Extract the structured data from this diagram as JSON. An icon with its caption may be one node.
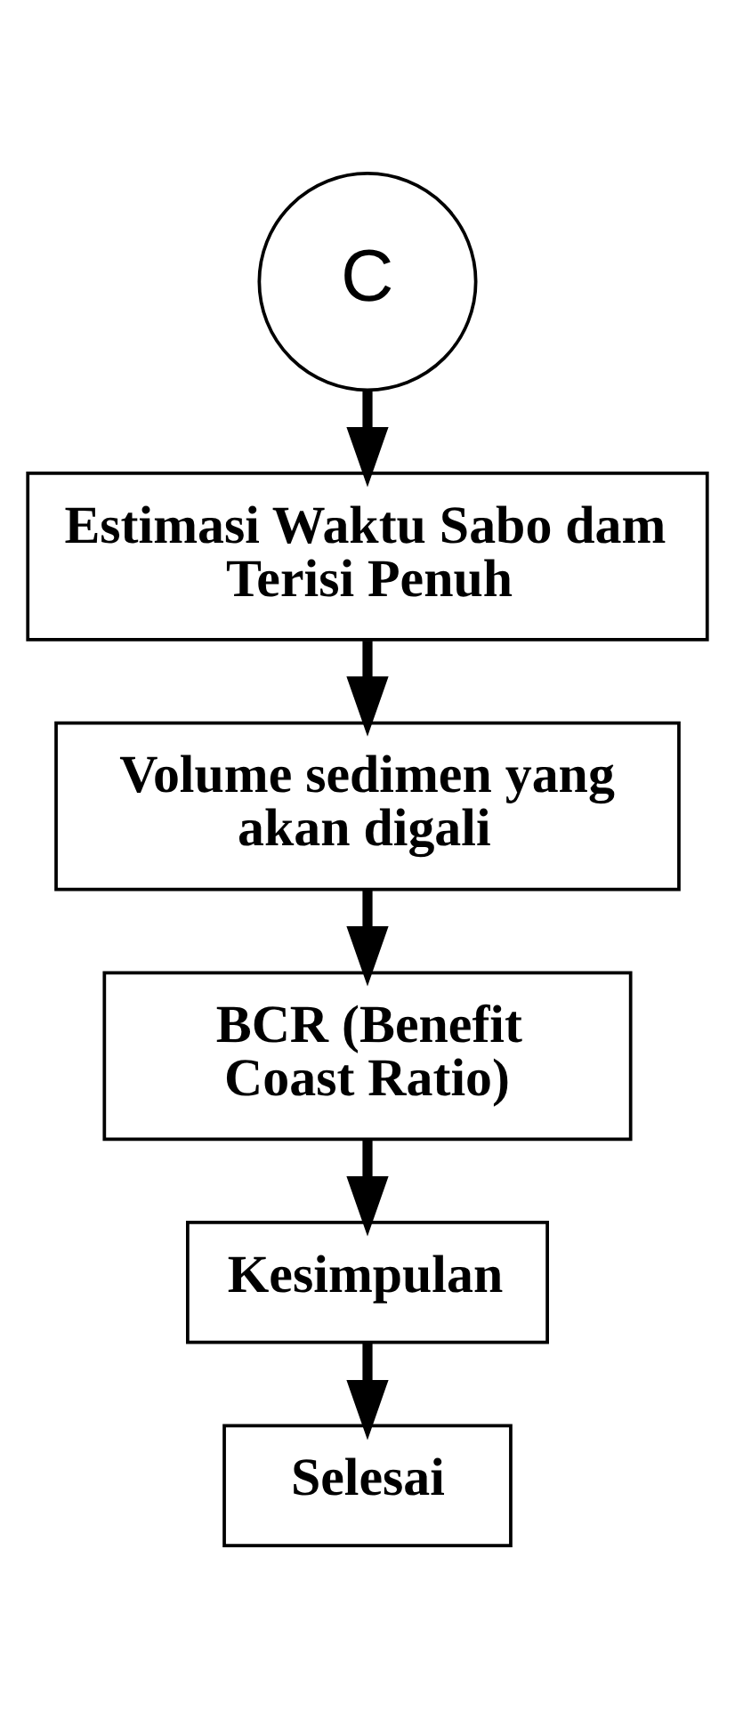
{
  "diagram": {
    "nodes": [
      {
        "text": [
          "C"
        ]
      },
      {
        "text": [
          "Estimasi Waktu Sabo dam Terisi Penuh"
        ]
      },
      {
        "text": [
          "Volume sedimen yang akan digali"
        ]
      },
      {
        "text": [
          "BCR (Benefit Coast Ratio)"
        ]
      },
      {
        "text": [
          "Kesimpulan"
        ]
      },
      {
        "text": [
          "Selesai"
        ]
      }
    ],
    "edges": [
      {
        "from": 0,
        "to": 1,
        "arrow": "to"
      },
      {
        "from": 1,
        "to": 2,
        "arrow": "to"
      },
      {
        "from": 2,
        "to": 3,
        "arrow": "to"
      },
      {
        "from": 3,
        "to": 4,
        "arrow": "to"
      },
      {
        "from": 4,
        "to": 5,
        "arrow": "to"
      }
    ]
  }
}
